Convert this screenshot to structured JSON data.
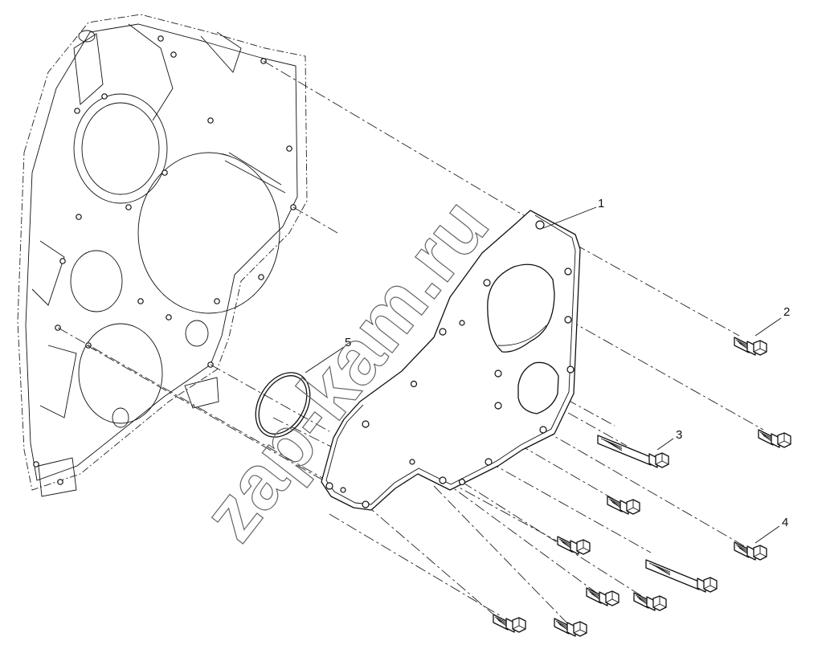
{
  "watermark": "zap-kam.ru",
  "callouts": [
    {
      "id": "1",
      "label": "1"
    },
    {
      "id": "2",
      "label": "2"
    },
    {
      "id": "3",
      "label": "3"
    },
    {
      "id": "4",
      "label": "4"
    },
    {
      "id": "5",
      "label": "5"
    }
  ]
}
